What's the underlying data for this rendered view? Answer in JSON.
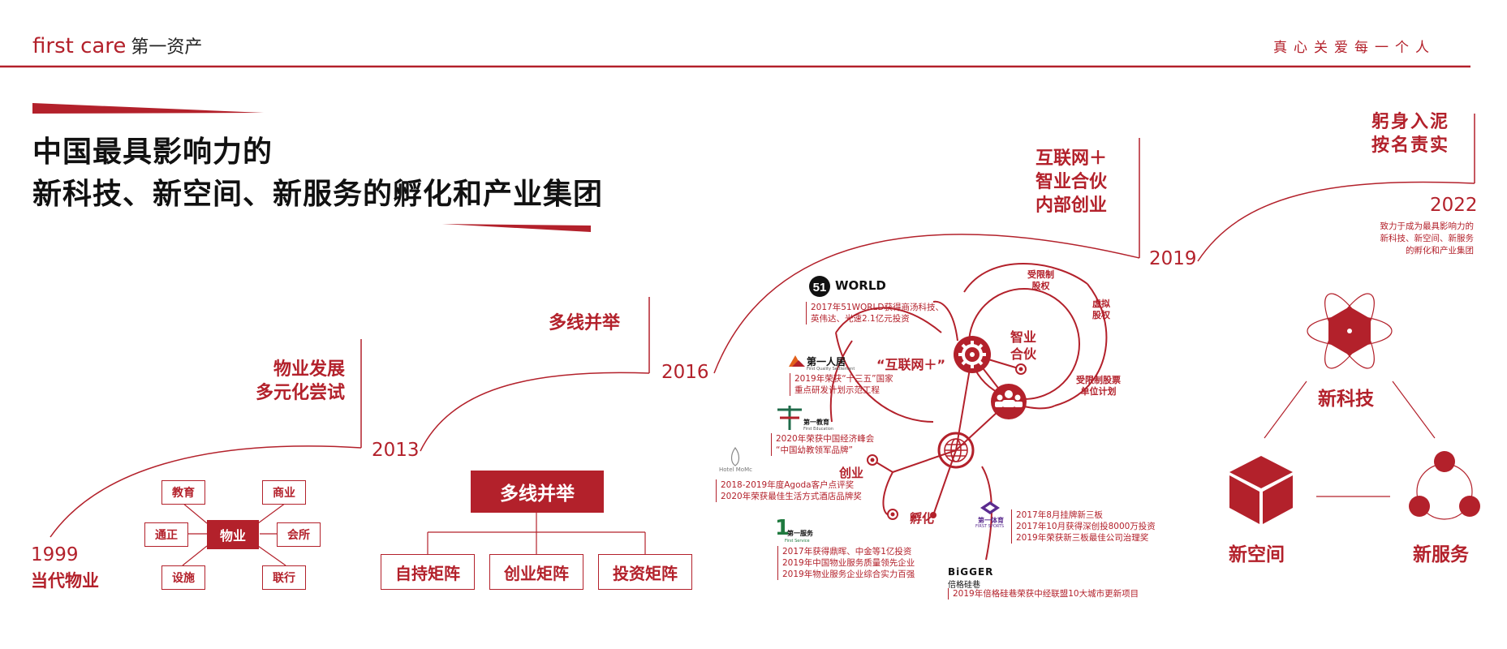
{
  "header": {
    "brand_en": "first care",
    "brand_cn": "第一资产",
    "slogan": "真心关爱每一个人"
  },
  "title": {
    "line1": "中国最具影响力的",
    "line2": "新科技、新空间、新服务的孵化和产业集团"
  },
  "timeline": {
    "y1999": {
      "year": "1999",
      "label": "当代物业"
    },
    "y2013": {
      "year": "2013",
      "label_line1": "物业发展",
      "label_line2": "多元化尝试"
    },
    "y2016": {
      "year": "2016",
      "label": "多线并举"
    },
    "y2019": {
      "year": "2019",
      "label_line1": "互联网＋",
      "label_line2": "智业合伙",
      "label_line3": "内部创业"
    },
    "y2022": {
      "year": "2022",
      "label_line1": "躬身入泥",
      "label_line2": "按名责实",
      "desc_line1": "致力于成为最具影响力的",
      "desc_line2": "新科技、新空间、新服务",
      "desc_line3": "的孵化和产业集团"
    }
  },
  "property_cluster": {
    "center": "物业",
    "items": [
      "教育",
      "商业",
      "通正",
      "会所",
      "设施",
      "联行"
    ]
  },
  "matrix": {
    "head": "多线并举",
    "items": [
      "自持矩阵",
      "创业矩阵",
      "投资矩阵"
    ]
  },
  "ecosystem": {
    "internet_plus": "“互联网＋”",
    "partner_line1": "智业",
    "partner_line2": "合伙",
    "restricted_equity_1": "受限制",
    "restricted_equity_2": "股权",
    "virtual_equity_1": "虚拟",
    "virtual_equity_2": "股权",
    "restricted_stock_1": "受限制股票",
    "restricted_stock_2": "单位计划",
    "startup": "创业",
    "incubate": "孵化"
  },
  "companies": {
    "world51": {
      "logo": "WORLD",
      "logo_num": "51",
      "note1": "2017年51WORLD获得商汤科技、",
      "note2": "英伟达、光速2.1亿元投资"
    },
    "diyirenju": {
      "logo": "第一人居",
      "logo_sub": "First Quality Settlement",
      "note1": "2019年荣获“十三五”国家",
      "note2": "重点研发计划示范工程"
    },
    "diyijiaoyu": {
      "logo": "第一教育",
      "logo_sub": "First Education",
      "note1": "2020年荣获中国经济峰会",
      "note2": "“中国幼教领军品牌”"
    },
    "hotel": {
      "logo": "Hotel MoMc",
      "note1": "2018-2019年度Agoda客户点评奖",
      "note2": "2020年荣获最佳生活方式酒店品牌奖"
    },
    "diyifuwu": {
      "logo_num": "1",
      "logo": "第一服务",
      "logo_sub": "First Service",
      "note1": "2017年获得鼎晖、中金等1亿投资",
      "note2": "2019年中国物业服务质量领先企业",
      "note3": "2019年物业服务企业综合实力百强"
    },
    "diyitiyu": {
      "logo": "第一体育",
      "logo_sub": "FIRST SPORTS",
      "note1": "2017年8月挂牌新三板",
      "note2": "2017年10月获得深创投8000万投资",
      "note3": "2019年荣获新三板最佳公司治理奖"
    },
    "bigger": {
      "logo": "BiGGER",
      "logo_cn": "倍格硅巷",
      "note1": "2019年倍格硅巷荣获中经联盟10大城市更新项目"
    }
  },
  "triad": {
    "tech": "新科技",
    "space": "新空间",
    "service": "新服务"
  },
  "colors": {
    "primary": "#b3212b",
    "text_dark": "#111111"
  }
}
